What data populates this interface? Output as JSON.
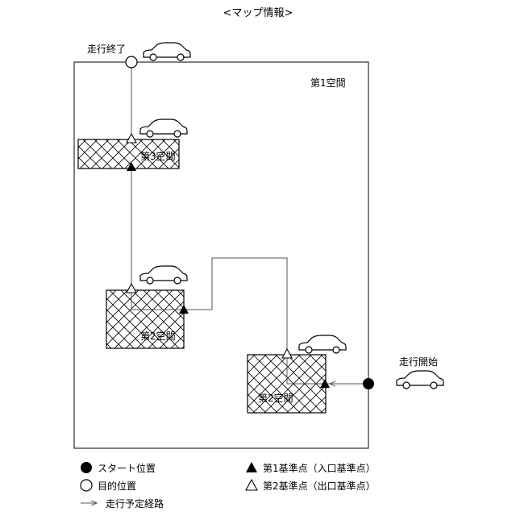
{
  "title": "<マップ情報>",
  "space1_label": "第1空間",
  "space2_label": "第2空間",
  "space3_label": "第3空間",
  "goal_label": "走行終了",
  "start_label": "走行開始",
  "legend": {
    "start_position": "スタート位置",
    "goal_position": "目的位置",
    "planned_route": "走行予定経路",
    "ref_point1": "第1基準点（入口基準点）",
    "ref_point2": "第2基準点（出口基準点）"
  },
  "colors": {
    "line": "#000000",
    "route": "#555555",
    "background": "#ffffff"
  }
}
